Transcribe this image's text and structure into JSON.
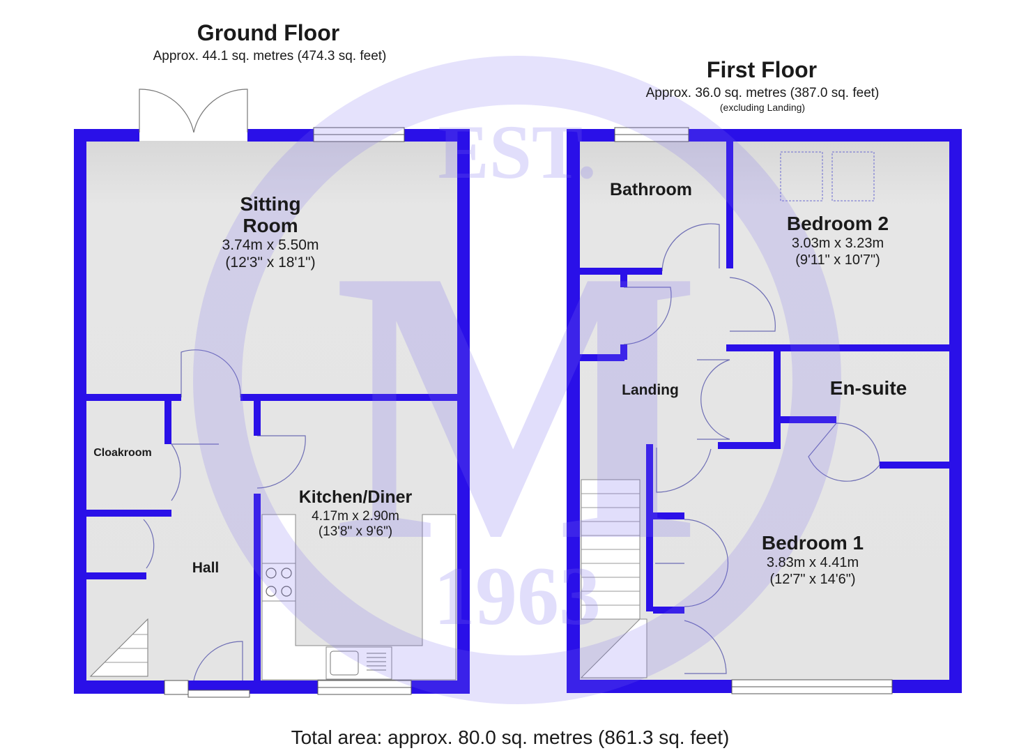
{
  "ground_floor": {
    "title": "Ground Floor",
    "area": "Approx. 44.1 sq. metres (474.3 sq. feet)",
    "rooms": {
      "sitting_room": {
        "name_line1": "Sitting",
        "name_line2": "Room",
        "metric": "3.74m x 5.50m",
        "imperial": "(12'3\" x 18'1\")"
      },
      "kitchen": {
        "name": "Kitchen/Diner",
        "metric": "4.17m x 2.90m",
        "imperial": "(13'8\" x 9'6\")"
      },
      "cloakroom": {
        "name": "Cloakroom"
      },
      "hall": {
        "name": "Hall"
      }
    }
  },
  "first_floor": {
    "title": "First Floor",
    "area": "Approx. 36.0 sq. metres (387.0 sq. feet)",
    "note": "(excluding Landing)",
    "rooms": {
      "bathroom": {
        "name": "Bathroom"
      },
      "bedroom2": {
        "name": "Bedroom 2",
        "metric": "3.03m x 3.23m",
        "imperial": "(9'11\" x 10'7\")"
      },
      "landing": {
        "name": "Landing"
      },
      "ensuite": {
        "name": "En-suite"
      },
      "bedroom1": {
        "name": "Bedroom 1",
        "metric": "3.83m x 4.41m",
        "imperial": "(12'7\" x 14'6\")"
      }
    }
  },
  "total_area": "Total area: approx. 80.0 sq. metres (861.3 sq. feet)",
  "watermark": {
    "top_text": "EST.",
    "letter": "M",
    "year": "1963"
  },
  "colors": {
    "wall": "#2a10e8",
    "floor": "#e3e3e3",
    "watermark": "#7b6cf0",
    "door_line": "#3a3aa0"
  }
}
